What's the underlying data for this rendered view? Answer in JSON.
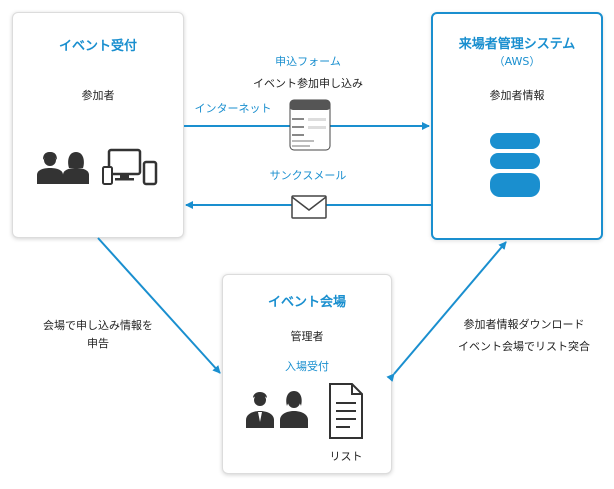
{
  "colors": {
    "accent": "#1a8fcf",
    "icon": "#333333",
    "border": "#dcdcdc"
  },
  "event_reception": {
    "title": "イベント受付",
    "participant_label": "参加者"
  },
  "venue_system": {
    "title": "来場者管理システム",
    "subtitle": "（AWS）",
    "data_label": "参加者情報"
  },
  "event_venue": {
    "title": "イベント会場",
    "manager_label": "管理者",
    "entry_label": "入場受付",
    "list_label": "リスト"
  },
  "flow_application": {
    "title": "申込フォーム",
    "description": "イベント参加申し込み",
    "channel": "インターネット"
  },
  "flow_thanks": {
    "title": "サンクスメール"
  },
  "flow_report": {
    "line1": "会場で申し込み情報を",
    "line2": "申告"
  },
  "flow_download": {
    "line1": "参加者情報ダウンロード",
    "line2": "イベント会場でリスト突合"
  },
  "icons": [
    "two-people-icon",
    "devices-icon",
    "form-screen-icon",
    "envelope-icon",
    "database-icon",
    "business-people-icon",
    "document-icon"
  ]
}
